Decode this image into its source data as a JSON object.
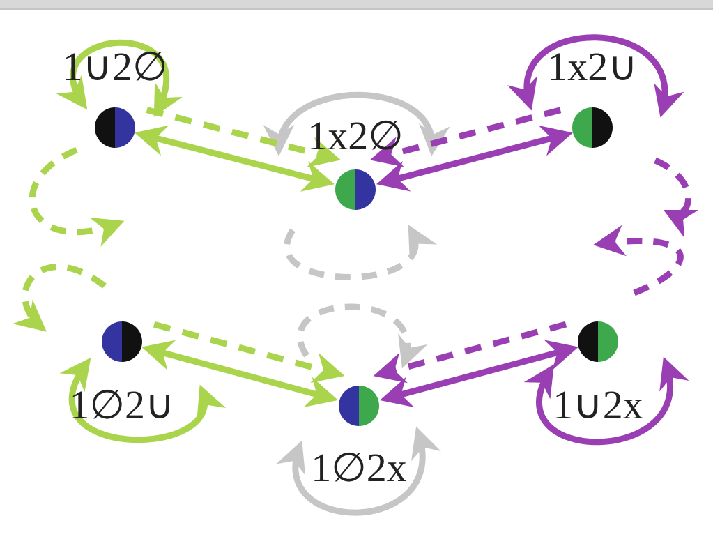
{
  "colors": {
    "green_edge": "#a9d44c",
    "purple_edge": "#9a3fb3",
    "gray_edge": "#c6c6c6",
    "node_black": "#111111",
    "node_blue": "#3434a0",
    "node_green": "#3da84c"
  },
  "nodes": [
    {
      "id": "A",
      "label": "1∪2∅",
      "left": "node_black",
      "right": "node_blue",
      "loop": "green_edge"
    },
    {
      "id": "B",
      "label": "1x2∅",
      "left": "node_green",
      "right": "node_blue",
      "loop": "gray_edge"
    },
    {
      "id": "C",
      "label": "1x2∪",
      "left": "node_green",
      "right": "node_black",
      "loop": "purple_edge"
    },
    {
      "id": "D",
      "label": "1∅2∪",
      "left": "node_blue",
      "right": "node_black",
      "loop": "green_edge"
    },
    {
      "id": "E",
      "label": "1∅2x",
      "left": "node_blue",
      "right": "node_green",
      "loop": "gray_edge"
    },
    {
      "id": "F",
      "label": "1∪2x",
      "left": "node_black",
      "right": "node_green",
      "loop": "purple_edge"
    }
  ],
  "edges": [
    {
      "from": "A",
      "to": "B",
      "color": "green_edge",
      "style": "solid"
    },
    {
      "from": "A",
      "to": "B",
      "color": "green_edge",
      "style": "dashed"
    },
    {
      "from": "C",
      "to": "B",
      "color": "purple_edge",
      "style": "solid"
    },
    {
      "from": "C",
      "to": "B",
      "color": "purple_edge",
      "style": "dashed"
    },
    {
      "from": "D",
      "to": "E",
      "color": "green_edge",
      "style": "solid"
    },
    {
      "from": "D",
      "to": "E",
      "color": "green_edge",
      "style": "dashed"
    },
    {
      "from": "F",
      "to": "E",
      "color": "purple_edge",
      "style": "solid"
    },
    {
      "from": "F",
      "to": "E",
      "color": "purple_edge",
      "style": "dashed"
    }
  ]
}
